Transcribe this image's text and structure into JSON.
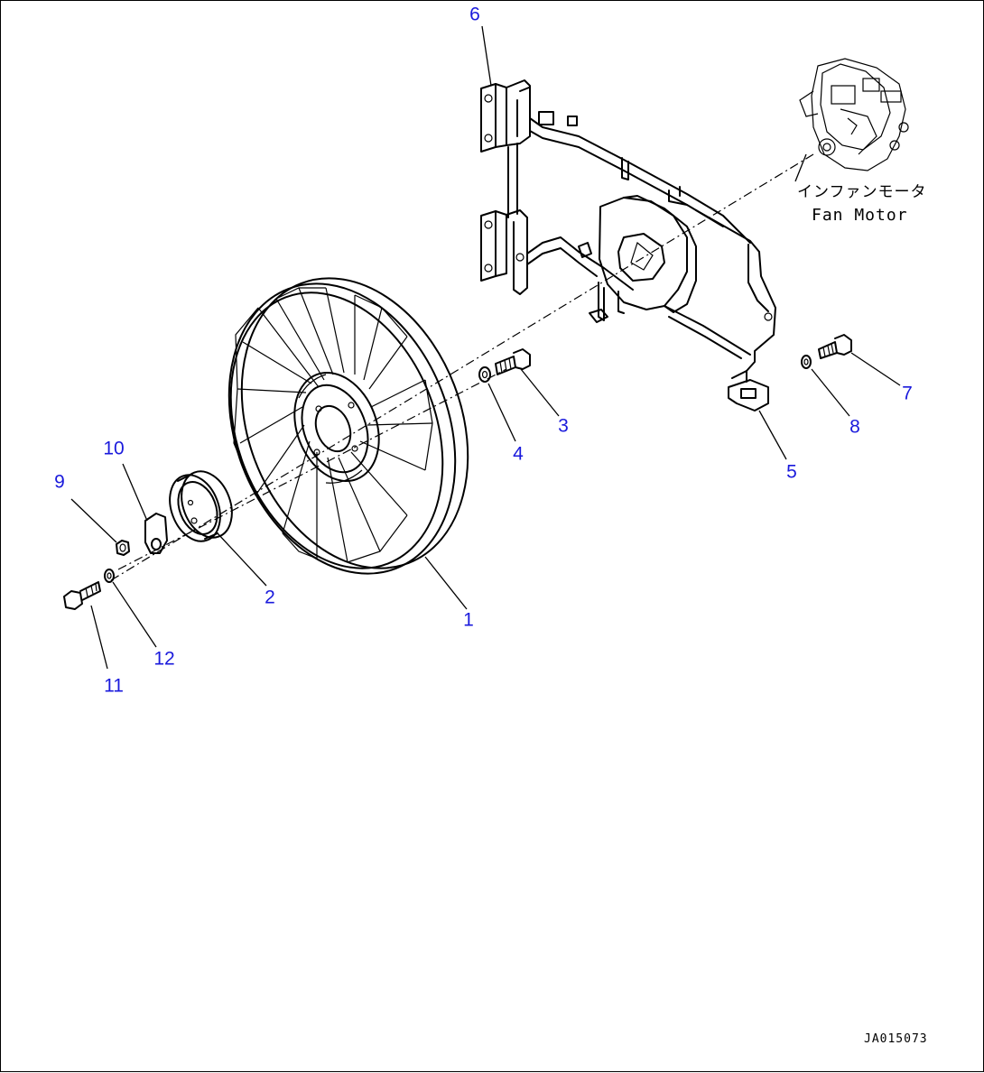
{
  "diagram": {
    "callouts": [
      {
        "id": "1",
        "text": "1"
      },
      {
        "id": "2",
        "text": "2"
      },
      {
        "id": "3",
        "text": "3"
      },
      {
        "id": "4",
        "text": "4"
      },
      {
        "id": "5",
        "text": "5"
      },
      {
        "id": "6",
        "text": "6"
      },
      {
        "id": "7",
        "text": "7"
      },
      {
        "id": "8",
        "text": "8"
      },
      {
        "id": "9",
        "text": "9"
      },
      {
        "id": "10",
        "text": "10"
      },
      {
        "id": "11",
        "text": "11"
      },
      {
        "id": "12",
        "text": "12"
      }
    ],
    "fan_motor_label_jp": "インファンモータ",
    "fan_motor_label_en": "Fan Motor",
    "drawing_code": "JA015073",
    "label_color": "#1a1adc"
  }
}
